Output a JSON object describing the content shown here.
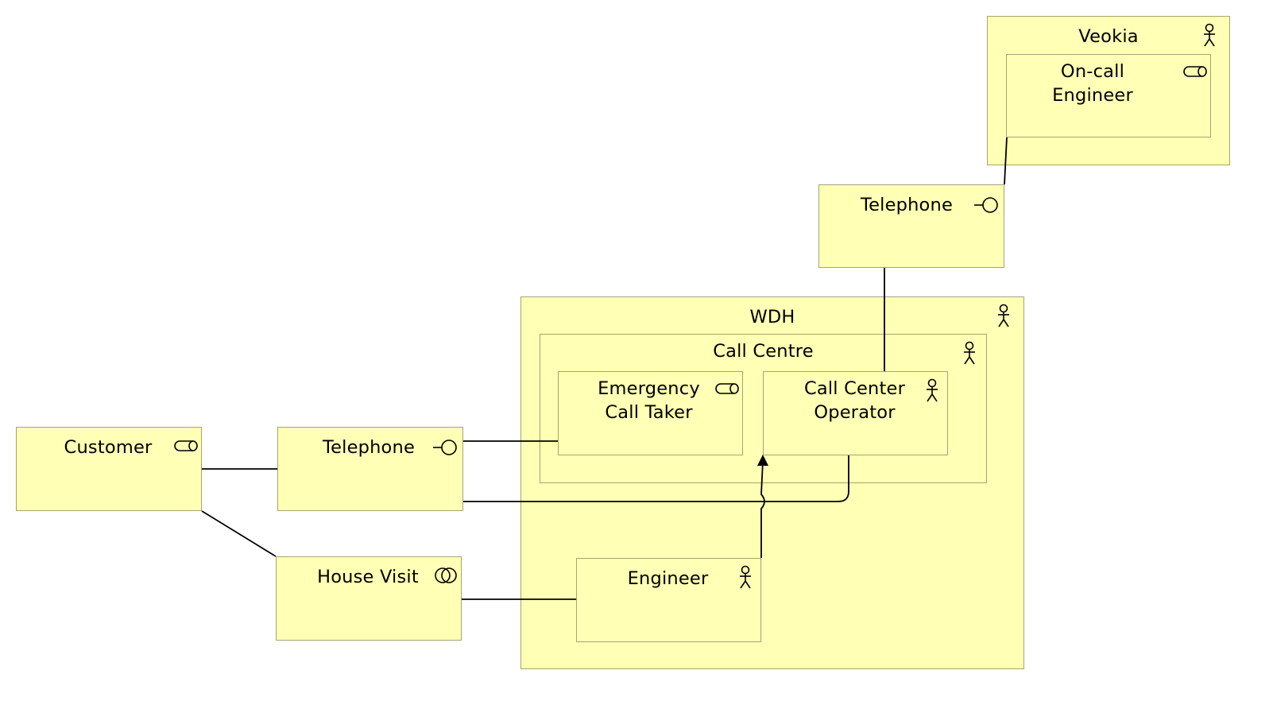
{
  "diagram": {
    "nodes": {
      "veokia": {
        "label": "Veokia",
        "icon": "actor-icon"
      },
      "oncall_engineer": {
        "label": "On-call\nEngineer",
        "icon": "role-icon"
      },
      "telephone_top": {
        "label": "Telephone",
        "icon": "interface-icon"
      },
      "wdh": {
        "label": "WDH",
        "icon": "actor-icon"
      },
      "call_centre": {
        "label": "Call Centre",
        "icon": "actor-icon"
      },
      "emergency_call_taker": {
        "label": "Emergency\nCall Taker",
        "icon": "role-icon"
      },
      "call_center_operator": {
        "label": "Call Center\nOperator",
        "icon": "actor-icon"
      },
      "customer": {
        "label": "Customer",
        "icon": "role-icon"
      },
      "telephone_left": {
        "label": "Telephone",
        "icon": "interface-icon"
      },
      "house_visit": {
        "label": "House Visit",
        "icon": "collaboration-icon"
      },
      "engineer": {
        "label": "Engineer",
        "icon": "actor-icon"
      }
    },
    "colors": {
      "fill": "#ffffb5",
      "border": "#a5a572",
      "line": "#000000"
    }
  }
}
